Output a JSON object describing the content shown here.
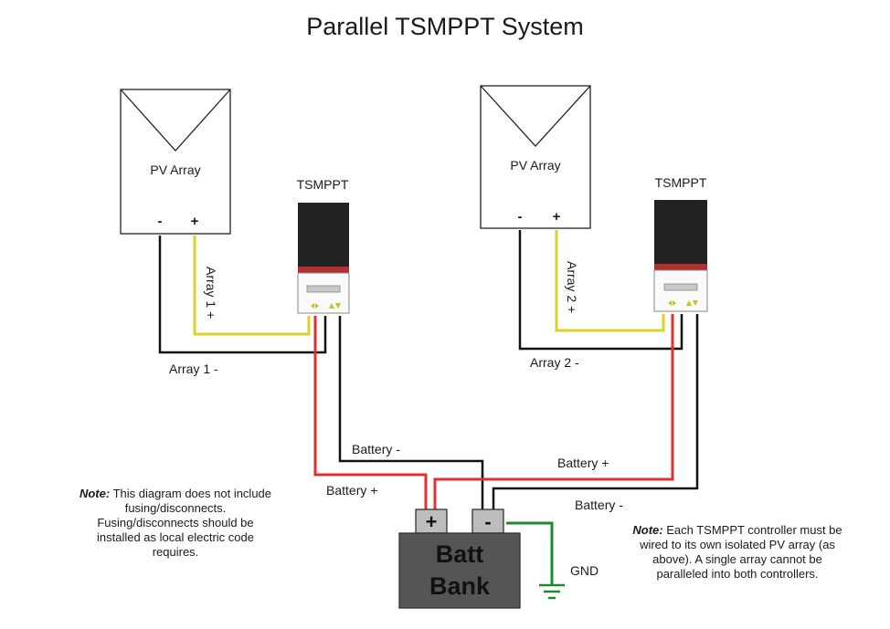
{
  "title": "Parallel TSMPPT System",
  "colors": {
    "array_positive_wire": "#d8d22a",
    "battery_positive_wire": "#e03030",
    "negative_wire": "#111111",
    "ground_wire": "#1e8a2a",
    "controller_body": "#222222",
    "controller_stripe": "#b03030",
    "battery_body": "#555555",
    "terminal": "#bdbdbd"
  },
  "array1": {
    "label": "PV Array",
    "neg": "-",
    "pos": "+"
  },
  "array2": {
    "label": "PV Array",
    "neg": "-",
    "pos": "+"
  },
  "controller1": {
    "label": "TSMPPT",
    "icon": "tsmppt-controller-icon"
  },
  "controller2": {
    "label": "TSMPPT",
    "icon": "tsmppt-controller-icon"
  },
  "wires": {
    "array1_pos": "Array 1 +",
    "array1_neg": "Array 1 -",
    "array2_pos": "Array 2 +",
    "array2_neg": "Array 2 -",
    "batt_neg_1": "Battery -",
    "batt_pos_1": "Battery +",
    "batt_pos_2": "Battery +",
    "batt_neg_2": "Battery -",
    "gnd": "GND"
  },
  "battery": {
    "line1": "Batt",
    "line2": "Bank",
    "pos": "+",
    "neg": "-"
  },
  "note_left": {
    "lead": "Note:",
    "text": "This diagram does not include fusing/disconnects. Fusing/disconnects should be installed as local electric code requires."
  },
  "note_right": {
    "lead": "Note:",
    "text": "Each TSMPPT controller must be wired to its own isolated PV array (as above). A single array cannot be paralleled into both controllers."
  }
}
